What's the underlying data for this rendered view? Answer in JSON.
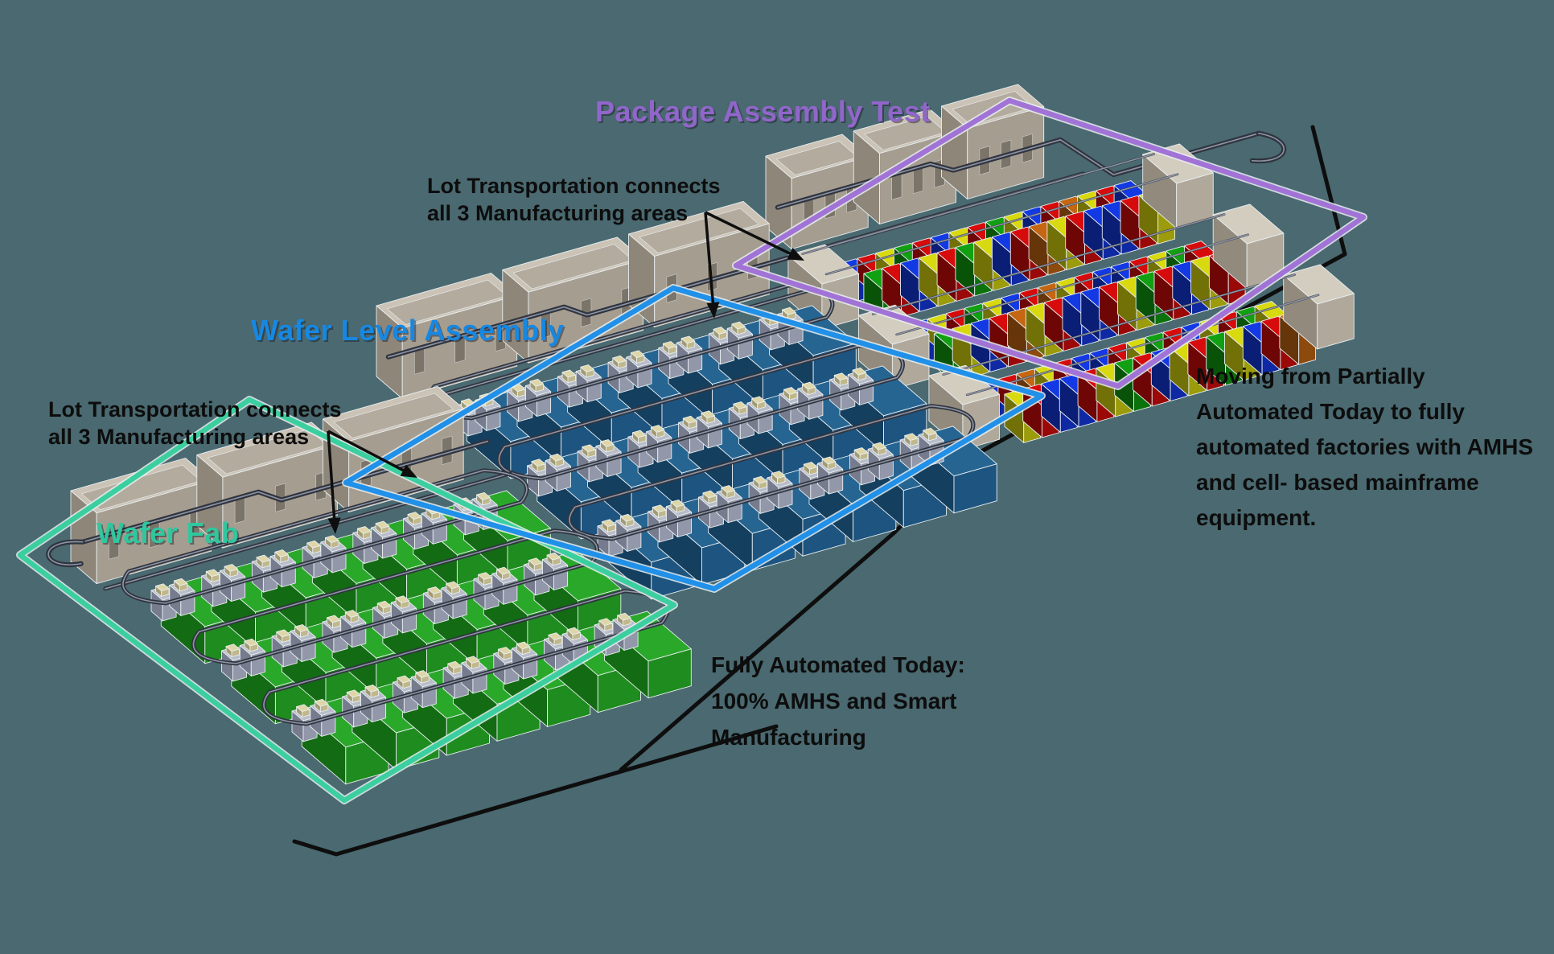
{
  "diagram_title": "Semiconductor factory automation diagram",
  "colors": {
    "background": "#4a6970",
    "text": "#0d0d0d",
    "floor_line": "#0e0e0e",
    "arrow": "#0e0e0e",
    "halo": "#e8eef0",
    "rail": "#30343f",
    "rail_highlight": "#8d95a4",
    "stocker_top": "#cbc3b6",
    "stocker_top_inset": "#b3ab9e",
    "stocker_side": "#a59d90",
    "stocker_front": "#8e8679",
    "stocker_slot": "#7b7468",
    "port_top": "#b9bdc9",
    "port_side": "#9298a9",
    "port_front": "#767c8e",
    "port_chip_top": "#ded6a8",
    "port_chip_side": "#c0b88c",
    "port_chip_front": "#a29a72"
  },
  "zones": [
    {
      "id": "wafer-fab",
      "label": "Wafer Fab",
      "label_color": "#2fc79e",
      "outline_color": "#3bcfa0",
      "equipment_style": "green-bays",
      "equipment_colors": {
        "top": "#2aa82a",
        "side": "#1e8c1e",
        "front": "#136b13"
      }
    },
    {
      "id": "wafer-level-assembly",
      "label": "Wafer Level Assembly",
      "label_color": "#1688e2",
      "outline_color": "#2090e8",
      "equipment_style": "blue-bays",
      "equipment_colors": {
        "top": "#266592",
        "side": "#1d5480",
        "front": "#153f5f"
      }
    },
    {
      "id": "package-assembly-test",
      "label": "Package Assembly Test",
      "label_color": "#9166cb",
      "outline_color": "#a273d6",
      "equipment_style": "multicolor-cells",
      "equipment_palette": [
        "#c00a0a",
        "#1133cc",
        "#0f8f0f",
        "#c2c20e",
        "#b05c10"
      ],
      "endcap_colors": {
        "top": "#d3cdc0",
        "side": "#b0a99b",
        "front": "#918a7d"
      }
    }
  ],
  "annotations": {
    "lot_transport_top": {
      "lines": [
        "Lot Transportation connects",
        "all 3 Manufacturing areas"
      ]
    },
    "lot_transport_left": {
      "lines": [
        "Lot Transportation connects",
        "all 3 Manufacturing areas"
      ]
    },
    "right_note": {
      "lines": [
        "Moving from Partially",
        "Automated Today to fully",
        "automated factories with AMHS",
        "and cell- based mainframe",
        "equipment."
      ]
    },
    "bottom_note": {
      "lines": [
        "Fully Automated Today:",
        "100% AMHS and Smart",
        "Manufacturing"
      ]
    }
  }
}
